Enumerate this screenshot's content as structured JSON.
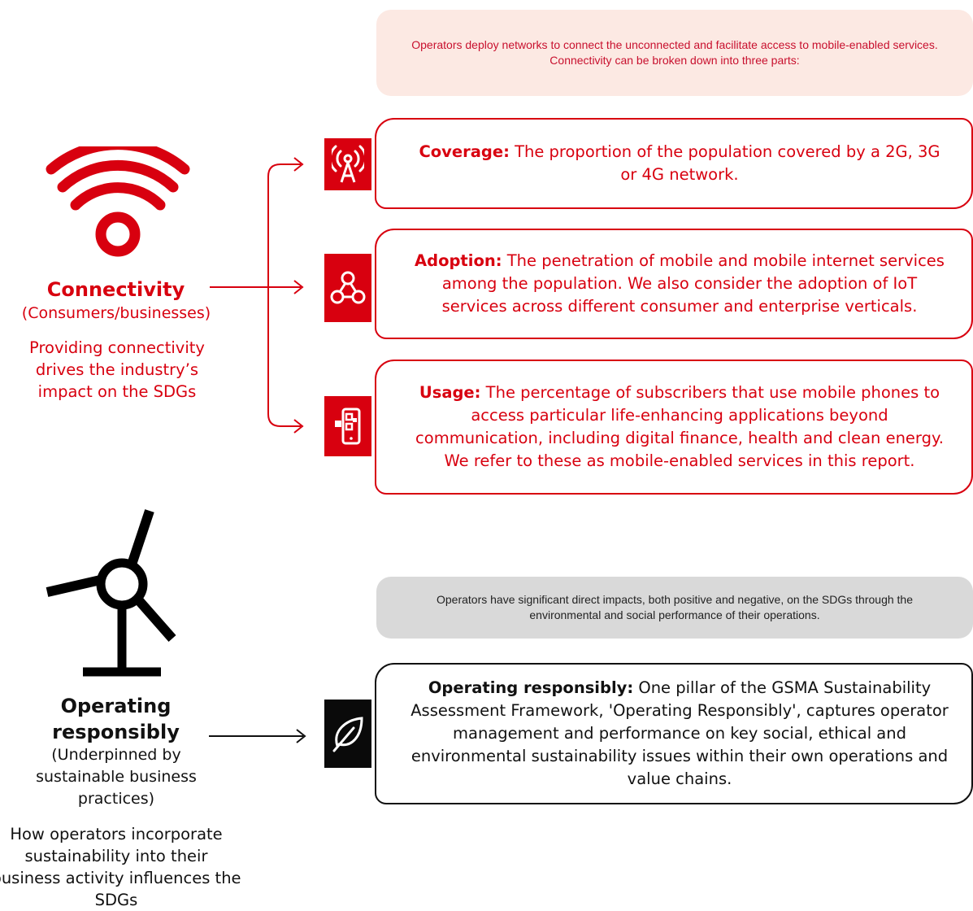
{
  "colors": {
    "accent": "#D8000F",
    "dark": "#111111",
    "note_pink": "#FCE9E3",
    "note_grey": "#D9D9D9"
  },
  "connectivity": {
    "title": "Connectivity",
    "subtitle": "(Consumers/businesses)",
    "description": "Providing connectivity drives the industry’s impact on the SDGs",
    "icon": "wifi-icon",
    "note": "Operators deploy networks to connect the unconnected and facilitate access to mobile-enabled services. Connectivity can be broken down into three parts:",
    "cards": [
      {
        "icon": "antenna-icon",
        "term": "Coverage:",
        "text": " The proportion of the population covered by a 2G, 3G or 4G network."
      },
      {
        "icon": "network-nodes-icon",
        "term": "Adoption:",
        "text": " The penetration of mobile and mobile internet services among the population. We also consider the adoption of IoT services across different consumer and enterprise verticals."
      },
      {
        "icon": "phone-apps-icon",
        "term": "Usage:",
        "text": " The percentage of subscribers that use mobile phones to access particular life-enhancing applications beyond communication, including digital finance, health and clean energy. We refer to these as mobile-enabled services in this report."
      }
    ]
  },
  "operating": {
    "title_line1": "Operating",
    "title_line2": "responsibly",
    "subtitle": "(Underpinned by sustainable business practices)",
    "description": "How operators incorporate sustainability into their business activity influences the SDGs",
    "icon": "wind-turbine-icon",
    "note": "Operators have significant direct impacts, both positive and negative, on the SDGs through the environmental and social performance of their operations.",
    "card": {
      "icon": "leaf-icon",
      "term": "Operating responsibly:",
      "text": " One pillar of the GSMA Sustainability Assessment Framework, 'Operating Responsibly', captures operator management and performance on key social, ethical and environmental sustainability issues within their own operations and value chains."
    }
  }
}
